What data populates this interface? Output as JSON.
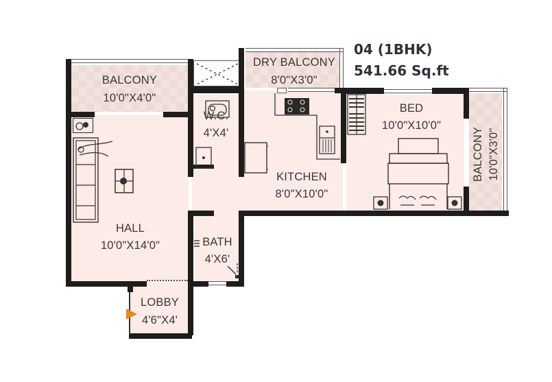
{
  "header": {
    "unit": "04 (1BHK)",
    "area": "541.66 Sq.ft"
  },
  "rooms": {
    "balcony_hall": {
      "name": "BALCONY",
      "size": "10'0\"X4'0\""
    },
    "dry_balcony": {
      "name": "DRY BALCONY",
      "size": "8'0\"X3'0\""
    },
    "wc": {
      "name": "W.C.",
      "size": "4'X4'"
    },
    "kitchen": {
      "name": "KITCHEN",
      "size": "8'0\"X10'0\""
    },
    "bed": {
      "name": "BED",
      "size": "10'0\"X10'0\""
    },
    "balcony_bed": {
      "name": "BALCONY",
      "size": "10'0\"X3'0\""
    },
    "hall": {
      "name": "HALL",
      "size": "10'0\"X14'0\""
    },
    "bath": {
      "name": "BATH",
      "size": "4'X6'"
    },
    "lobby": {
      "name": "LOBBY",
      "size": "4'6\"X4'"
    }
  },
  "colors": {
    "floor": "#fcebe6",
    "wall": "#1f1d1c",
    "tile": "#eadbd6",
    "entry_marker": "#e08a2a",
    "title_text": "#2c3236"
  },
  "icons": {
    "entry": "entry-arrow-icon",
    "duct": "duct-cross-icon",
    "sofa": "sofa-icon",
    "table": "center-table-icon",
    "plant": "plant-icon",
    "toilet": "toilet-icon",
    "washbasin": "washbasin-icon",
    "stove": "stove-icon",
    "sink": "kitchen-sink-icon",
    "fridge": "fridge-icon",
    "wardrobe": "wardrobe-icon",
    "bed": "double-bed-icon",
    "lamp": "bedside-lamp-icon",
    "shower": "shower-icon"
  }
}
